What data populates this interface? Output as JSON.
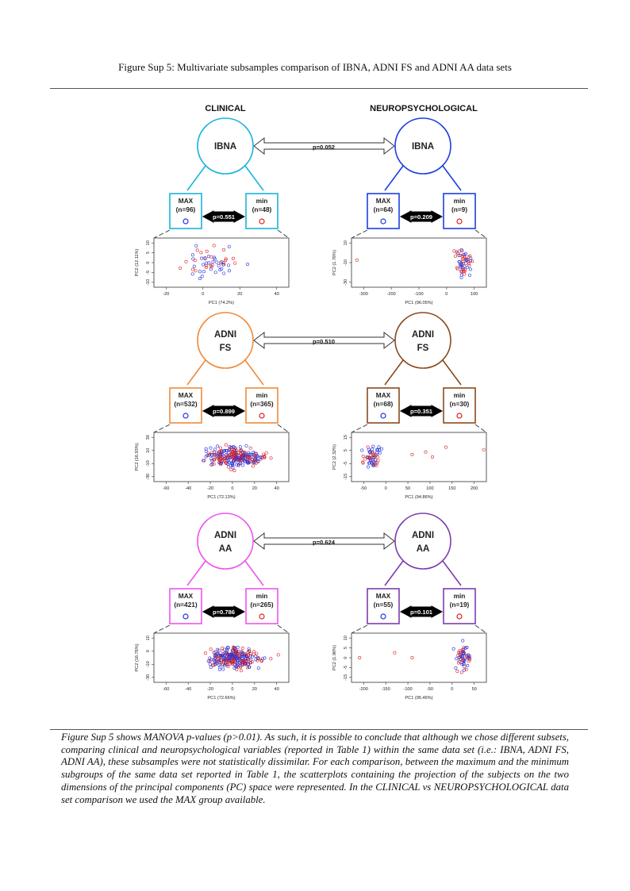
{
  "page": {
    "title": "Figure Sup 5: Multivariate subsamples comparison of IBNA, ADNI FS and ADNI AA data sets",
    "caption": "Figure Sup 5 shows MANOVA p-values (p>0.01). As such, it is possible to conclude that although we chose different subsets, comparing clinical and neuropsychological variables (reported in Table 1) within the same data set (i.e.: IBNA, ADNI FS, ADNI AA), these subsamples were not statistically dissimilar. For each comparison, between the maximum and the minimum subgroups of the same data set reported in Table 1, the scatterplots containing the projection of the subjects on the two dimensions of the principal components (PC) space were represented. In the CLINICAL vs NEUROPSYCHOLOGICAL data set comparison we used the MAX group available."
  },
  "columns": {
    "left": "CLINICAL",
    "right": "NEUROPSYCHOLOGICAL"
  },
  "colors": {
    "ibna_clinical": "#1BB3DE",
    "ibna_neuro": "#1C3FE0",
    "adnifs_clinical": "#EF8A3A",
    "adnifs_neuro": "#8B4A1E",
    "adniaa_clinical": "#EE55EE",
    "adniaa_neuro": "#7D3DAE",
    "max_marker": "#2233DD",
    "min_marker": "#E02020"
  },
  "rows": [
    {
      "dataset_line1": "IBNA",
      "dataset_line2": "",
      "p_between": "p=0.052",
      "clinical": {
        "max_label": "MAX",
        "max_n": "(n=96)",
        "min_label": "min",
        "min_n": "(n=48)",
        "p": "p=0.551",
        "xlabel": "PC1 (74.2%)",
        "ylabel": "PC2 (12.11%)",
        "xticks": [
          "-20",
          "0",
          "20",
          "40"
        ],
        "yticks": [
          "-10",
          "-5",
          "0",
          "5",
          "10"
        ]
      },
      "neuro": {
        "max_label": "MAX",
        "max_n": "(n=64)",
        "min_label": "min",
        "min_n": "(n=9)",
        "p": "p=0.209",
        "xlabel": "PC1 (96.05%)",
        "ylabel": "PC2 (1.76%)",
        "xticks": [
          "-300",
          "-200",
          "-100",
          "0",
          "100"
        ],
        "yticks": [
          "-30",
          "-10",
          "10"
        ]
      }
    },
    {
      "dataset_line1": "ADNI",
      "dataset_line2": "FS",
      "p_between": "p=0.510",
      "clinical": {
        "max_label": "MAX",
        "max_n": "(n=532)",
        "min_label": "min",
        "min_n": "(n=365)",
        "p": "p=0.899",
        "xlabel": "PC1 (72.13%)",
        "ylabel": "PC2 (16.93%)",
        "xticks": [
          "-60",
          "-40",
          "-20",
          "0",
          "20",
          "40"
        ],
        "yticks": [
          "-30",
          "-10",
          "10",
          "30"
        ]
      },
      "neuro": {
        "max_label": "MAX",
        "max_n": "(n=68)",
        "min_label": "min",
        "min_n": "(n=30)",
        "p": "p=0.351",
        "xlabel": "PC1 (94.86%)",
        "ylabel": "PC2 (2.32%)",
        "xticks": [
          "-50",
          "0",
          "50",
          "100",
          "150",
          "200"
        ],
        "yticks": [
          "-15",
          "-5",
          "5",
          "15"
        ]
      }
    },
    {
      "dataset_line1": "ADNI",
      "dataset_line2": "AA",
      "p_between": "p=0.624",
      "clinical": {
        "max_label": "MAX",
        "max_n": "(n=421)",
        "min_label": "min",
        "min_n": "(n=265)",
        "p": "p=0.786",
        "xlabel": "PC1 (72.66%)",
        "ylabel": "PC2 (16.76%)",
        "xticks": [
          "-60",
          "-40",
          "-20",
          "0",
          "20",
          "40"
        ],
        "yticks": [
          "-30",
          "-10",
          "0",
          "10"
        ]
      },
      "neuro": {
        "max_label": "MAX",
        "max_n": "(n=55)",
        "min_label": "min",
        "min_n": "(n=19)",
        "p": "p=0.101",
        "xlabel": "PC1 (95.46%)",
        "ylabel": "PC2 (1.96%)",
        "xticks": [
          "-200",
          "-150",
          "-100",
          "-50",
          "0",
          "50"
        ],
        "yticks": [
          "-15",
          "-5",
          "0",
          "5",
          "10"
        ]
      }
    }
  ]
}
